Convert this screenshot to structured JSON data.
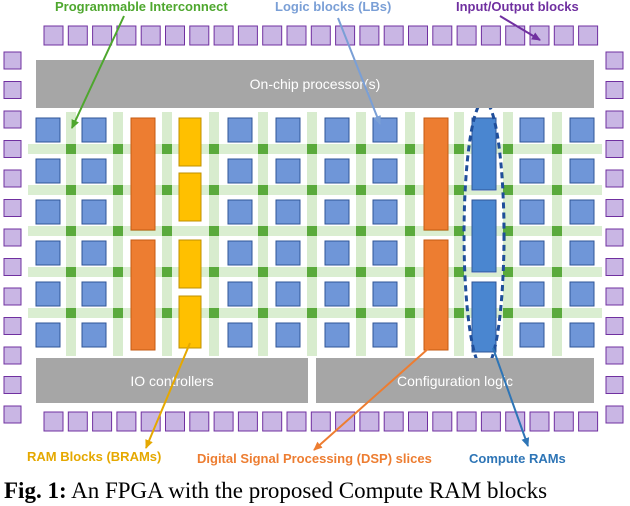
{
  "labels": {
    "programmable_interconnect": "Programmable Interconnect",
    "logic_blocks": "Logic blocks (LBs)",
    "io_blocks": "Input/Output blocks",
    "processor": "On-chip processor(s)",
    "io_controllers": "IO controllers",
    "config_logic": "Configuration logic",
    "bram": "RAM Blocks (BRAMs)",
    "dsp": "Digital Signal Processing (DSP) slices",
    "compute_ram": "Compute RAMs"
  },
  "caption": {
    "prefix": "Fig. 1:",
    "text": " An FPGA with the proposed Compute RAM blocks"
  },
  "colors": {
    "interconnect_label": "#4ea72e",
    "logic_label": "#7a9fd6",
    "io_label": "#7030a0",
    "bram_label": "#e5a800",
    "dsp_label": "#ed7d31",
    "compute_label": "#2e75b6",
    "io_block": "#c9b6e4",
    "logic_block": "#6f96d8",
    "switch": "#5aaa3c",
    "wire": "#9ed184",
    "dsp": "#ed7d31",
    "bram": "#ffc000",
    "compute_ram": "#4a86d0",
    "grey_block": "#a6a6a6"
  }
}
